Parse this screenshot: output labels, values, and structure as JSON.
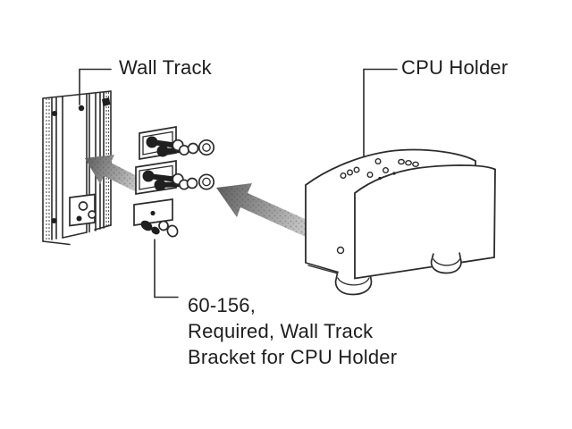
{
  "diagram": {
    "labels": {
      "wall_track": "Wall Track",
      "cpu_holder": "CPU Holder"
    },
    "part_note": {
      "line1": "60-156,",
      "line2": "Required, Wall Track",
      "line3": "Bracket for CPU Holder"
    },
    "colors": {
      "background": "#ffffff",
      "line": "#2b2b2b",
      "text": "#1d1d1d",
      "arrow_gradient_dark": "#5e5e5e",
      "arrow_gradient_light": "#cdcdcd"
    }
  }
}
